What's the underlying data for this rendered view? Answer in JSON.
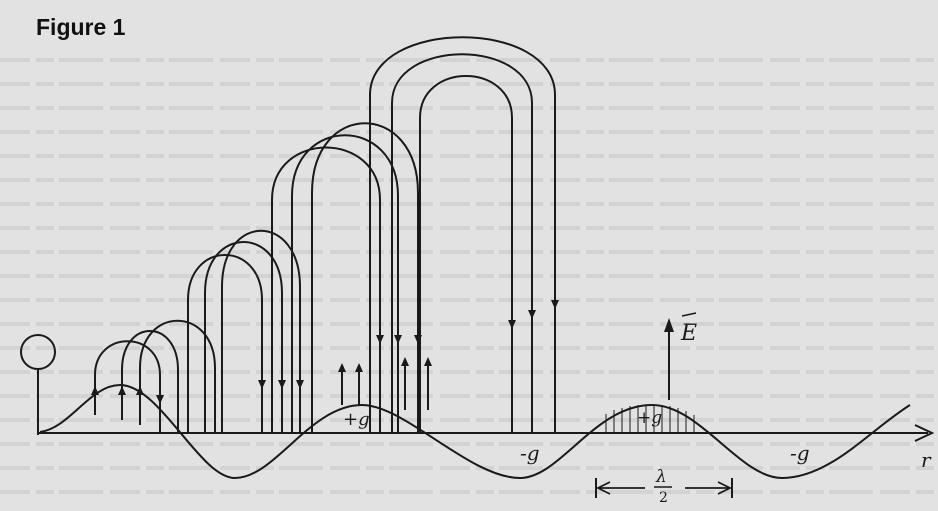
{
  "title": "Figure 1",
  "labels": {
    "positive_charge_1": "+g",
    "positive_charge_2": "+g",
    "negative_charge_1": "-g",
    "negative_charge_2": "-g",
    "field_vector": "E",
    "axis_label": "r",
    "half_wavelength_numerator": "λ",
    "half_wavelength_denominator": "2"
  },
  "colors": {
    "ink": "#1a1a1a",
    "paper": "#e2e2e2"
  },
  "background": "scanned page with faint overlapping body text behind the diagram"
}
